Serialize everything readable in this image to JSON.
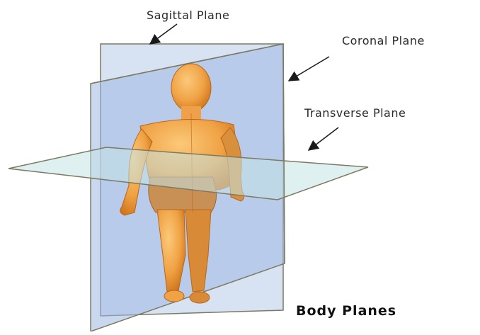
{
  "labels": {
    "sagittal": "Sagittal Plane",
    "coronal": "Coronal Plane",
    "transverse": "Transverse Plane"
  },
  "title": "Body Planes",
  "colors": {
    "plane_fill": "#a9c3e8",
    "transverse_fill": "#c5e3e6",
    "plane_edge": "#7c7a62",
    "body_light": "#f6b15a",
    "body_dark": "#d77a1e",
    "arrow": "#1a1a1a"
  }
}
